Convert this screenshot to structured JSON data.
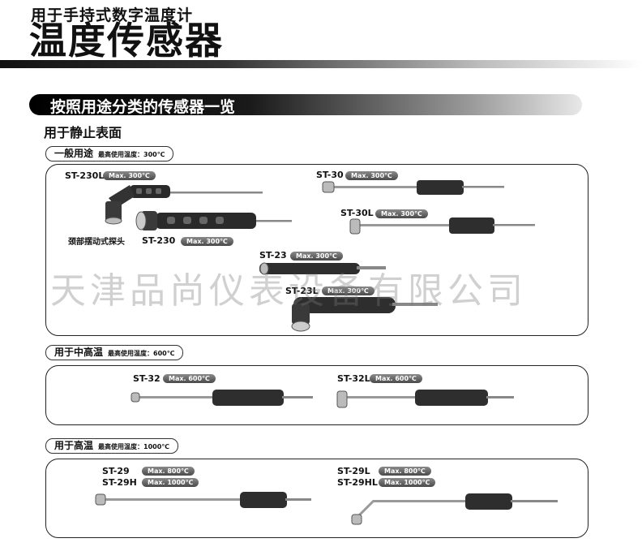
{
  "header": {
    "subtitle": "用于手持式数字温度计",
    "title": "温度传感器"
  },
  "section": {
    "title": "按照用途分类的传感器一览",
    "usage": "用于静止表面"
  },
  "groups": [
    {
      "name": "一般用途",
      "max_note": "最高使用温度：300℃"
    },
    {
      "name": "用于中高温",
      "max_note": "最高使用温度：600℃"
    },
    {
      "name": "用于高温",
      "max_note": "最高使用温度：1000℃"
    }
  ],
  "sensors": {
    "st230l": {
      "model": "ST-230L",
      "max": "Max. 300℃"
    },
    "st230": {
      "model": "ST-230",
      "max": "Max. 300℃",
      "note": "颈部摆动式探头"
    },
    "st30": {
      "model": "ST-30",
      "max": "Max. 300℃"
    },
    "st30l": {
      "model": "ST-30L",
      "max": "Max. 300℃"
    },
    "st23": {
      "model": "ST-23",
      "max": "Max. 300℃"
    },
    "st23l": {
      "model": "ST-23L",
      "max": "Max. 300℃"
    },
    "st32": {
      "model": "ST-32",
      "max": "Max. 600℃"
    },
    "st32l": {
      "model": "ST-32L",
      "max": "Max. 600℃"
    },
    "st29": {
      "model": "ST-29",
      "max": "Max. 800℃"
    },
    "st29h": {
      "model": "ST-29H",
      "max": "Max. 1000℃"
    },
    "st29l": {
      "model": "ST-29L",
      "max": "Max. 800℃"
    },
    "st29hl": {
      "model": "ST-29HL",
      "max": "Max. 1000℃"
    }
  },
  "watermark": "天津品尚仪表设备有限公司"
}
